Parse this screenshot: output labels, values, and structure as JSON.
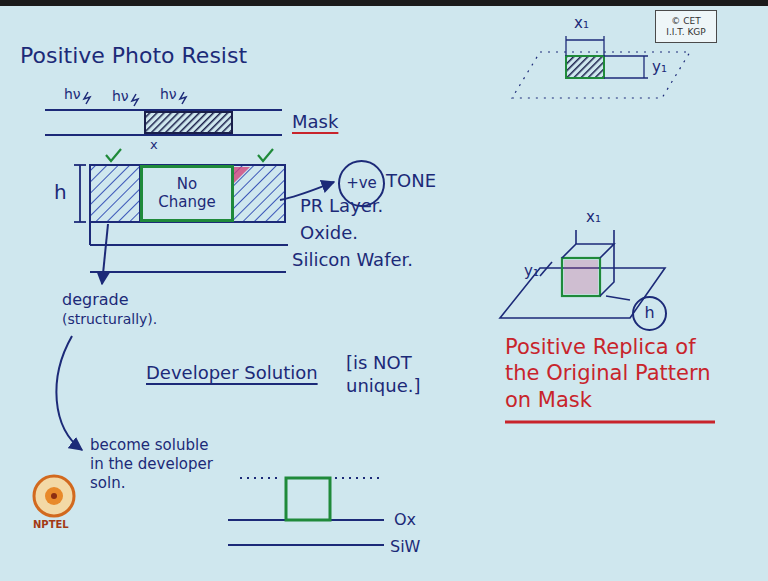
{
  "diagram": {
    "nodes": [
      {
        "text": [
          "© CET I.I.T. KGP"
        ]
      },
      {
        "text": [
          "No Change"
        ]
      },
      {
        "text": [
          "+ve"
        ]
      },
      {
        "text": [
          "h"
        ]
      }
    ],
    "labels": [
      "Positive Photo Resist",
      "hν",
      "hν",
      "hν",
      "Mask",
      "x",
      "h",
      "PR Layer.",
      "Oxide.",
      "Silicon Wafer.",
      "TONE",
      "x₁",
      "y₁",
      "x₁",
      "y₁",
      "Positive Replica of the Original Pattern on Mask",
      "degrade",
      "(structurally).",
      "Developer Solution",
      "[is NOT unique.]",
      "become soluble in the developer soln.",
      "Ox",
      "SiW",
      "NPTEL"
    ]
  }
}
